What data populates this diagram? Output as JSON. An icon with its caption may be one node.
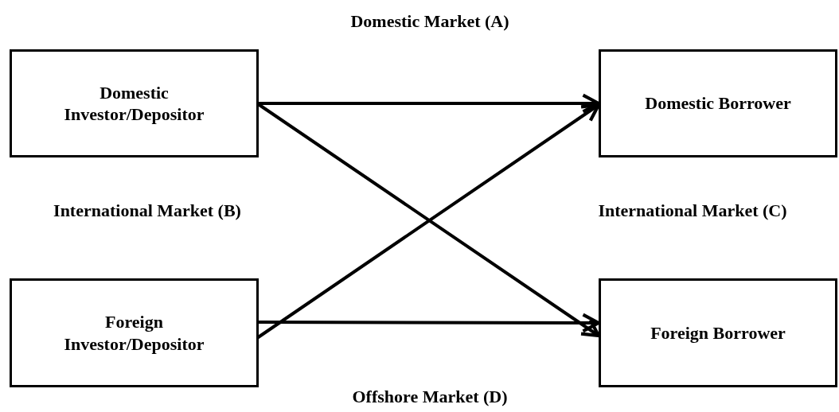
{
  "diagram": {
    "nodes": [
      {
        "text": [
          "Domestic Investor/Depositor"
        ]
      },
      {
        "text": [
          "Domestic Borrower"
        ]
      },
      {
        "text": [
          "Foreign Investor/Depositor"
        ]
      },
      {
        "text": [
          "Foreign Borrower"
        ]
      }
    ],
    "edges": [
      {
        "from": 0,
        "to": 1,
        "arrow": "to"
      },
      {
        "from": 0,
        "to": 3,
        "arrow": "to"
      },
      {
        "from": 2,
        "to": 1,
        "arrow": "to"
      },
      {
        "from": 2,
        "to": 3,
        "arrow": "to"
      }
    ],
    "labels": [
      "Domestic Market (A)",
      "International Market (B)",
      "International Market (C)",
      "Offshore Market (D)"
    ]
  }
}
